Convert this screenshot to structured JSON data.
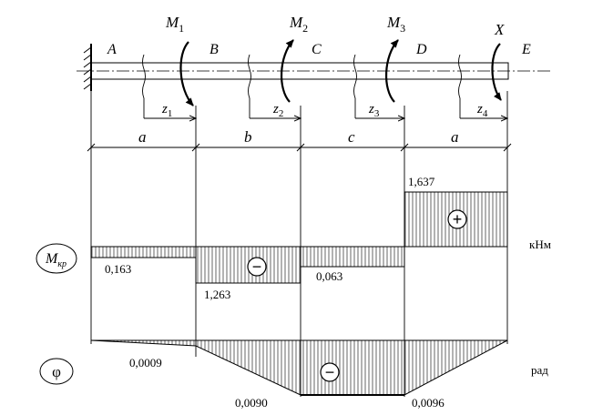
{
  "points": [
    "A",
    "B",
    "C",
    "D",
    "E"
  ],
  "moments": [
    {
      "base": "M",
      "sub": "1"
    },
    {
      "base": "M",
      "sub": "2"
    },
    {
      "base": "M",
      "sub": "3"
    },
    {
      "base": "X",
      "sub": ""
    }
  ],
  "coords": [
    {
      "base": "z",
      "sub": "1"
    },
    {
      "base": "z",
      "sub": "2"
    },
    {
      "base": "z",
      "sub": "3"
    },
    {
      "base": "z",
      "sub": "4"
    }
  ],
  "segments": [
    "a",
    "b",
    "c",
    "a"
  ],
  "torque_diagram": {
    "label_base": "M",
    "label_sub": "кр",
    "unit": "кНм",
    "values": [
      "0,163",
      "1,263",
      "0,063",
      "1,637"
    ],
    "signs": [
      "−",
      "−",
      "−",
      "+"
    ]
  },
  "angle_diagram": {
    "label": "φ",
    "unit": "рад",
    "values": [
      "0,0009",
      "0,0090",
      "0,0096"
    ],
    "sign": "−"
  }
}
